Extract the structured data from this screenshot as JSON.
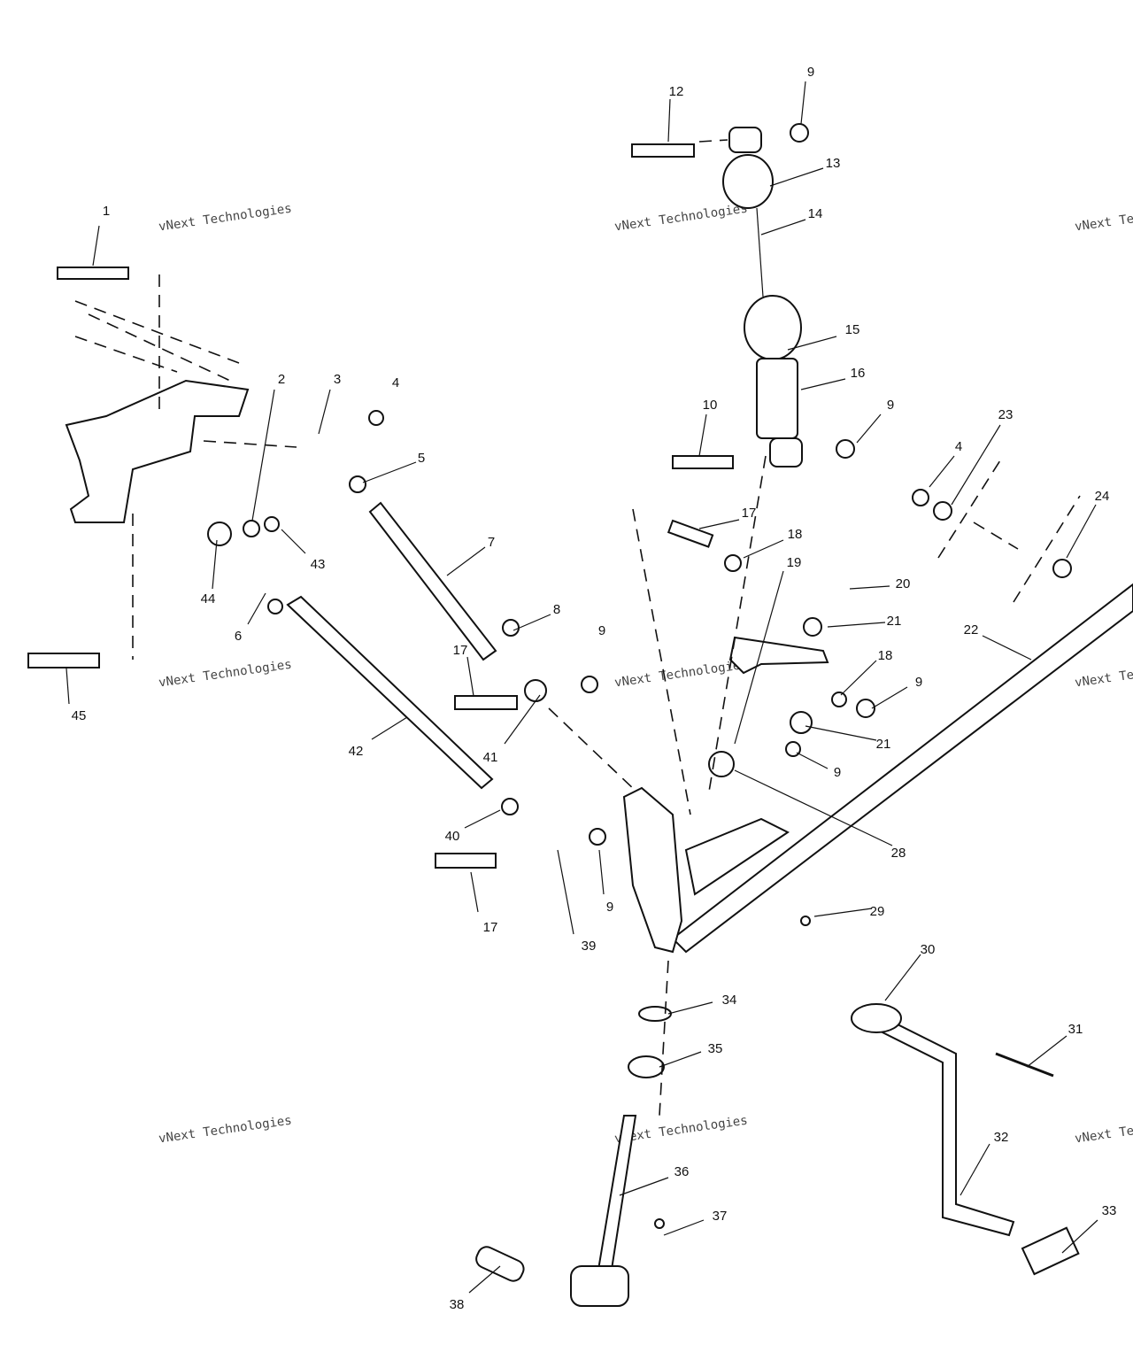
{
  "diagram": {
    "callouts": [
      "1",
      "2",
      "3",
      "4",
      "5",
      "7",
      "8",
      "9",
      "17",
      "41",
      "42",
      "44",
      "43",
      "6",
      "45",
      "12",
      "9",
      "13",
      "14",
      "15",
      "16",
      "10",
      "9",
      "17",
      "18",
      "19",
      "20",
      "21",
      "18",
      "9",
      "21",
      "9",
      "28",
      "22",
      "4",
      "23",
      "24",
      "40",
      "9",
      "17",
      "39",
      "29",
      "30",
      "31",
      "34",
      "35",
      "36",
      "37",
      "38",
      "32",
      "33"
    ],
    "watermark": "vNext Technologies"
  }
}
